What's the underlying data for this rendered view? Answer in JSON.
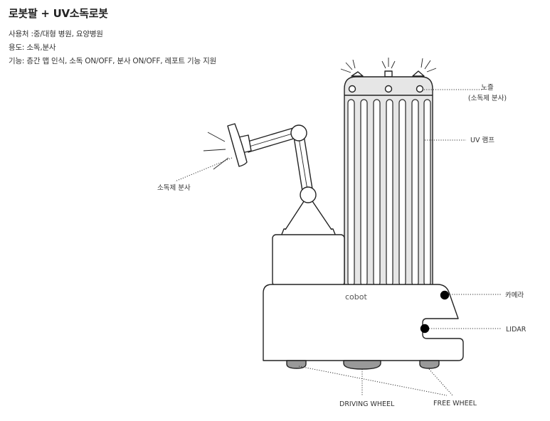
{
  "title": "로봇팔 + UV소독로봇",
  "info": {
    "usage": "사용처 :중/대형 병원, 요양병원",
    "purpose": "용도: 소독,분사",
    "features": "기능: 층간 맵 인식, 소독 ON/OFF, 분사 ON/OFF, 레포트 기능 지원"
  },
  "diagram": {
    "brand": "cobot",
    "labels": {
      "nozzle_line1": "노즐",
      "nozzle_line2": "(소독제 분사)",
      "uv_lamp": "UV 램프",
      "arm_spray": "소독제 분사",
      "camera": "카메라",
      "lidar": "LIDAR",
      "driving_wheel": "DRIVING WHEEL",
      "free_wheel": "FREE WHEEL"
    }
  }
}
